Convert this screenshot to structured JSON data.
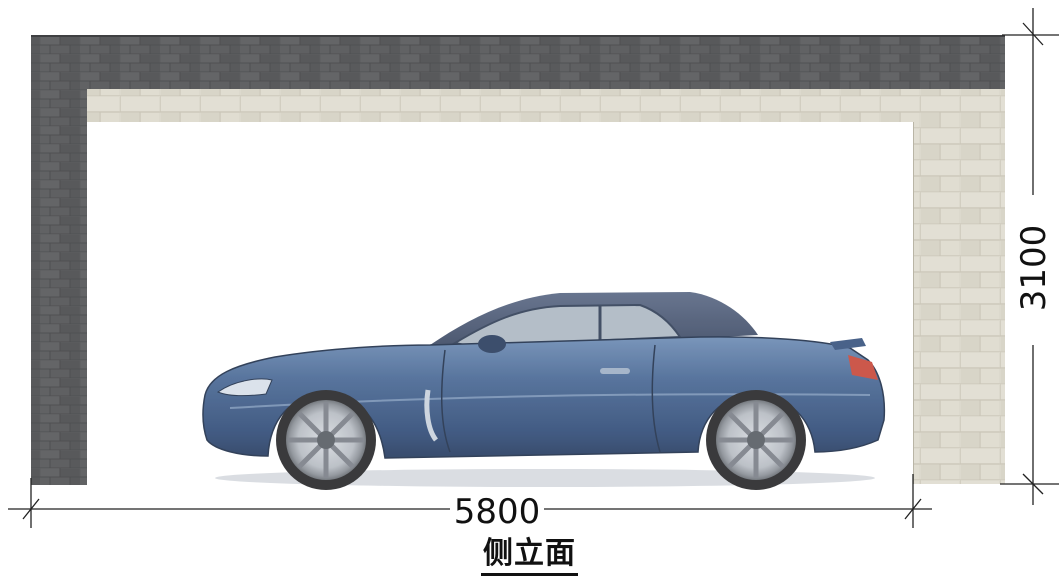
{
  "elevation": {
    "title": "侧立面",
    "width_dimension": "5800",
    "height_dimension": "3100"
  },
  "colors": {
    "outer_wall": "#58595b",
    "inner_lining": "#dedbcf",
    "car_body": "#3e5b87",
    "dimension_line": "#222222"
  },
  "car": {
    "description_icon": "convertible-car-icon"
  }
}
